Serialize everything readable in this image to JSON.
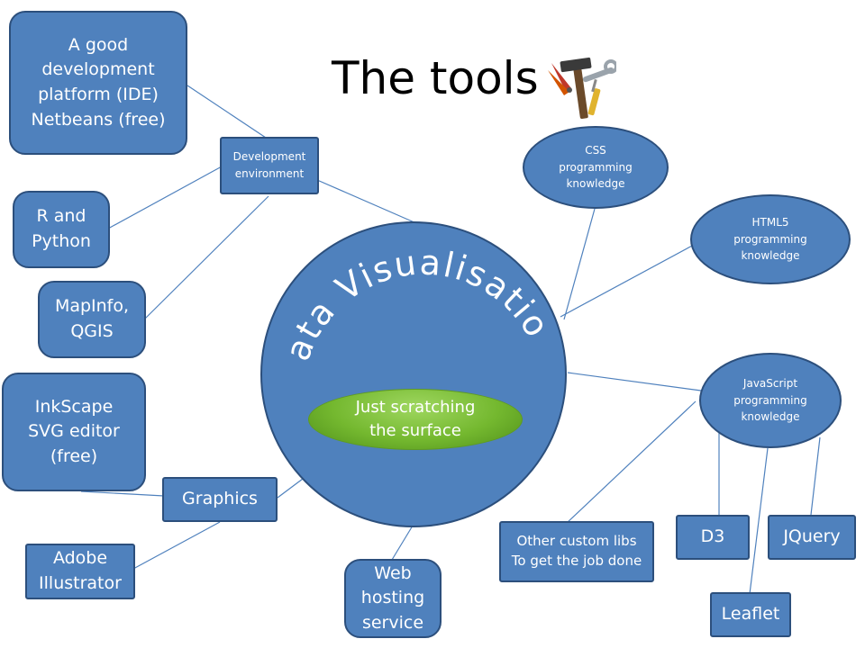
{
  "title": "The tools",
  "hub": {
    "title": "Data Visualisation",
    "caption": "Just scratching\nthe surface"
  },
  "nodes": {
    "ide": "A good\ndevelopment\nplatform (IDE)\nNetbeans (free)",
    "dev_env": "Development\nenvironment",
    "r_python": "R and\nPython",
    "mapinfo": "MapInfo,\nQGIS",
    "inkscape": "InkScape\nSVG editor\n(free)",
    "graphics": "Graphics",
    "adobe": "Adobe\nIllustrator",
    "web_hosting": "Web\nhosting\nservice",
    "css": "CSS\nprogramming\nknowledge",
    "html5": "HTML5\nprogramming\nknowledge",
    "javascript": "JavaScript\nprogramming\nknowledge",
    "other_libs": "Other custom libs\nTo get the job done",
    "d3": "D3",
    "jquery": "JQuery",
    "leaflet": "Leaflet"
  },
  "colors": {
    "node_fill": "#4f81bd",
    "node_border": "#2c4f7c",
    "link": "#4f81bd",
    "caption_green": "#74b82f"
  },
  "icon": "tools-icon"
}
